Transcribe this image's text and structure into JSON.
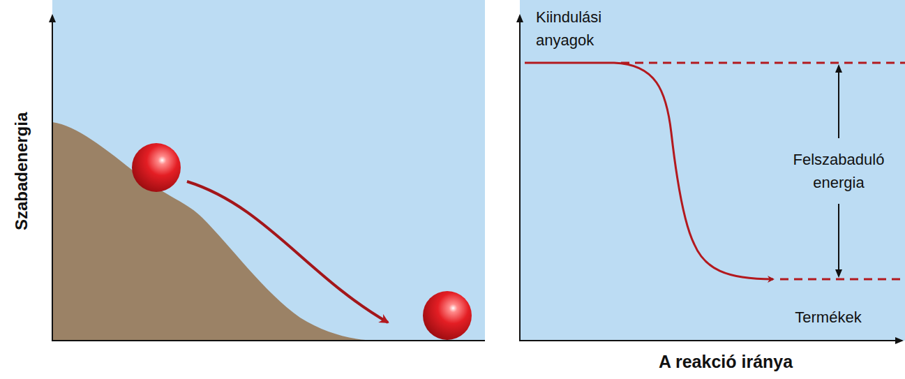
{
  "diagram": {
    "labels": [
      "Szabadenergia",
      "Kiindulási anyagok",
      "Felszabaduló energia",
      "Termékek",
      "A reakció iránya"
    ]
  }
}
